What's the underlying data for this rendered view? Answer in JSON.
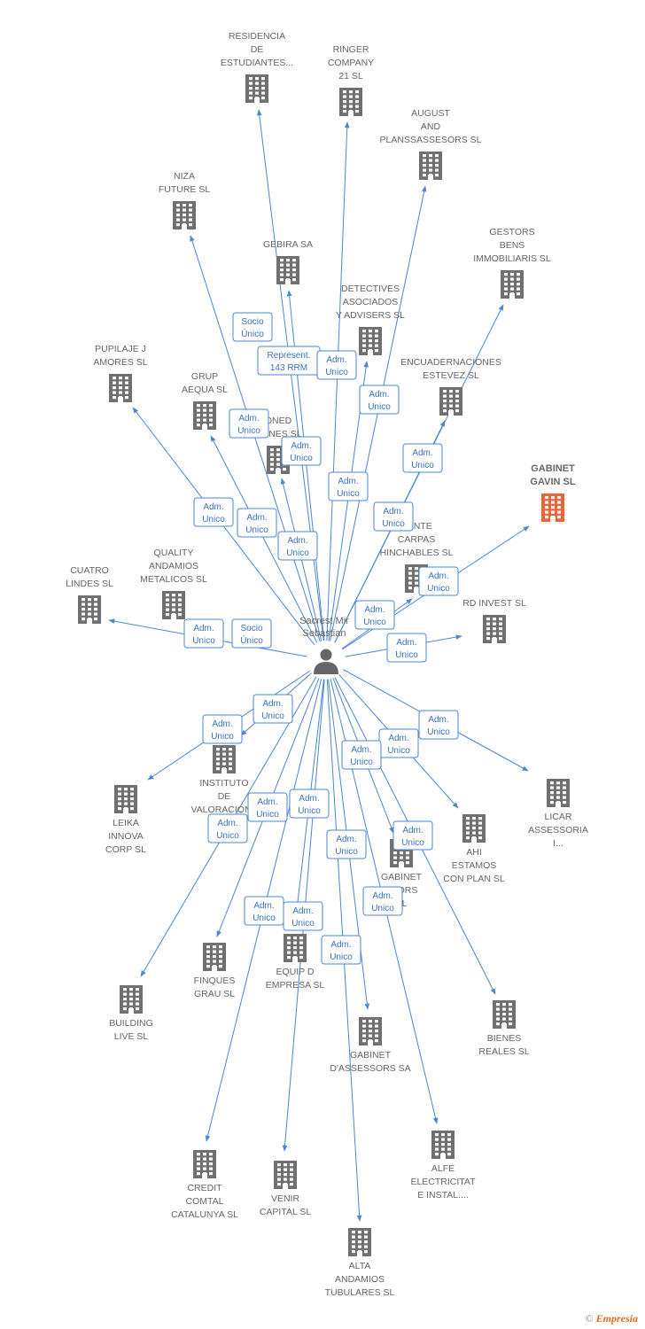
{
  "center": {
    "name_lines": [
      "Sacrest Mir",
      "Sebastian"
    ],
    "icon": "person-icon"
  },
  "companies": [
    {
      "id": "residencia",
      "lines": [
        "RESIDENCIA",
        "DE",
        "ESTUDIANTES..."
      ]
    },
    {
      "id": "ringer",
      "lines": [
        "RINGER",
        "COMPANY",
        "21 SL"
      ]
    },
    {
      "id": "august",
      "lines": [
        "AUGUST",
        "AND",
        "PLANSSASSESORS SL"
      ]
    },
    {
      "id": "niza",
      "lines": [
        "NIZA",
        "FUTURE SL"
      ]
    },
    {
      "id": "gebira",
      "lines": [
        "GEBIRA SA"
      ]
    },
    {
      "id": "gestors",
      "lines": [
        "GESTORS",
        "BENS",
        "IMMOBILIARIS SL"
      ]
    },
    {
      "id": "detectives",
      "lines": [
        "DETECTIVES",
        "ASOCIADOS",
        "Y ADVISERS SL"
      ]
    },
    {
      "id": "pupilaje",
      "lines": [
        "PUPILAJE J",
        "AMORES SL"
      ]
    },
    {
      "id": "grup",
      "lines": [
        "GRUP",
        "AEQUA SL"
      ]
    },
    {
      "id": "encuadernaciones",
      "lines": [
        "ENCUADERNACIONES",
        "ESTEVEZ SL"
      ]
    },
    {
      "id": "oned",
      "lines": [
        "ONED",
        "ORNES SL"
      ]
    },
    {
      "id": "gabinet_gavin",
      "lines": [
        "GABINET",
        "GAVIN SL"
      ],
      "highlight": true
    },
    {
      "id": "carpas",
      "lines": [
        "RENTE",
        "CARPAS",
        "HINCHABLES SL"
      ]
    },
    {
      "id": "quality",
      "lines": [
        "QUALITY",
        "ANDAMIOS",
        "METALICOS SL"
      ]
    },
    {
      "id": "cuatro",
      "lines": [
        "CUATRO",
        "LINDES SL"
      ]
    },
    {
      "id": "rd_invest",
      "lines": [
        "RD INVEST SL"
      ]
    },
    {
      "id": "instituto",
      "lines": [
        "INSTITUTO",
        "DE",
        "VALORACIONE"
      ]
    },
    {
      "id": "leika",
      "lines": [
        "LEIKA",
        "INNOVA",
        "CORP SL"
      ]
    },
    {
      "id": "licar",
      "lines": [
        "LICAR",
        "ASSESSORIA",
        "I..."
      ]
    },
    {
      "id": "ahi",
      "lines": [
        "AHI",
        "ESTAMOS",
        "CON PLAN SL"
      ]
    },
    {
      "id": "gabinet_assessors_sl",
      "lines": [
        "GABINET",
        "SSORS",
        "SL"
      ]
    },
    {
      "id": "finques",
      "lines": [
        "FINQUES",
        "GRAU SL"
      ]
    },
    {
      "id": "equip",
      "lines": [
        "EQUIP D",
        "EMPRESA SL"
      ]
    },
    {
      "id": "building",
      "lines": [
        "BUILDING",
        "LIVE SL"
      ]
    },
    {
      "id": "bienes",
      "lines": [
        "BIENES",
        "REALES SL"
      ]
    },
    {
      "id": "gabinet_assessors_sa",
      "lines": [
        "GABINET",
        "D'ASSESSORS SA"
      ]
    },
    {
      "id": "credit",
      "lines": [
        "CREDIT",
        "COMTAL",
        "CATALUNYA SL"
      ]
    },
    {
      "id": "venir",
      "lines": [
        "VENIR",
        "CAPITAL SL"
      ]
    },
    {
      "id": "alfe",
      "lines": [
        "ALFE",
        "ELECTRICITAT",
        "E INSTAL...."
      ]
    },
    {
      "id": "alta",
      "lines": [
        "ALTA",
        "ANDAMIOS",
        "TUBULARES SL"
      ]
    }
  ],
  "edge_labels": [
    {
      "id": "l1",
      "lines": [
        "Socio",
        "Único"
      ]
    },
    {
      "id": "l2",
      "lines": [
        "Represent.",
        "143 RRM"
      ]
    },
    {
      "id": "l3",
      "lines": [
        "Adm.",
        "Unico"
      ]
    },
    {
      "id": "l4",
      "lines": [
        "Adm.",
        "Unico"
      ]
    },
    {
      "id": "l5",
      "lines": [
        "Adm.",
        "Unico"
      ]
    },
    {
      "id": "l6",
      "lines": [
        "Adm.",
        "Unico"
      ]
    },
    {
      "id": "l7",
      "lines": [
        "Adm.",
        "Unico"
      ]
    },
    {
      "id": "l8",
      "lines": [
        "Adm.",
        "Unico"
      ]
    },
    {
      "id": "l9",
      "lines": [
        "Adm.",
        "Unico"
      ]
    },
    {
      "id": "l10",
      "lines": [
        "Adm.",
        "Unico"
      ]
    },
    {
      "id": "l11",
      "lines": [
        "Adm.",
        "Unico"
      ]
    },
    {
      "id": "l12",
      "lines": [
        "Adm.",
        "Unico"
      ]
    },
    {
      "id": "l13",
      "lines": [
        "Adm.",
        "Unico"
      ]
    },
    {
      "id": "l14",
      "lines": [
        "Adm.",
        "Unico"
      ]
    },
    {
      "id": "l15",
      "lines": [
        "Adm.",
        "Unico"
      ]
    },
    {
      "id": "l16",
      "lines": [
        "Socio",
        "Único"
      ]
    },
    {
      "id": "l17",
      "lines": [
        "Adm.",
        "Unico"
      ]
    },
    {
      "id": "l18",
      "lines": [
        "Adm.",
        "Unico"
      ]
    },
    {
      "id": "l19",
      "lines": [
        "Adm.",
        "Unico"
      ]
    },
    {
      "id": "l20",
      "lines": [
        "Adm.",
        "Unico"
      ]
    },
    {
      "id": "l21",
      "lines": [
        "Adm.",
        "Unico"
      ]
    },
    {
      "id": "l22",
      "lines": [
        "Adm.",
        "Unico"
      ]
    },
    {
      "id": "l23",
      "lines": [
        "Adm.",
        "Unico"
      ]
    },
    {
      "id": "l24",
      "lines": [
        "Adm.",
        "Unico"
      ]
    },
    {
      "id": "l25",
      "lines": [
        "Adm.",
        "Unico"
      ]
    },
    {
      "id": "l26",
      "lines": [
        "Adm.",
        "Unico"
      ]
    },
    {
      "id": "l27",
      "lines": [
        "Adm.",
        "Unico"
      ]
    },
    {
      "id": "l28",
      "lines": [
        "Adm.",
        "Unico"
      ]
    },
    {
      "id": "l29",
      "lines": [
        "Adm.",
        "Unico"
      ]
    },
    {
      "id": "l30",
      "lines": [
        "Adm.",
        "Unico"
      ]
    },
    {
      "id": "l31",
      "lines": [
        "Adm.",
        "Unico"
      ]
    }
  ],
  "colors": {
    "edge": "#4a86d4",
    "building": "#707070",
    "highlight": "#f0623a"
  },
  "footer": {
    "copyright": "©",
    "brand": "Empresia"
  }
}
